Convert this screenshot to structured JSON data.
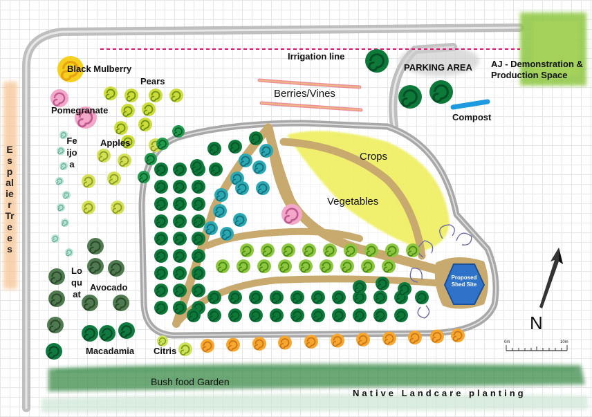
{
  "labels": {
    "black_mulberry": "Black Mulberry",
    "pears": "Pears",
    "pomegranate": "Pomegranate",
    "apples": "Apples",
    "feijoa": "Feijoa",
    "loquat": "Loquat",
    "avocado": "Avocado",
    "macadamia": "Macadamia",
    "citris": "Citris",
    "irrigation_line": "Irrigation line",
    "berries_vines": "Berries/Vines",
    "parking_area": "PARKING AREA",
    "aj_space": "AJ - Demonstration & Production Space",
    "compost": "Compost",
    "crops": "Crops",
    "vegetables": "Vegetables",
    "proposed_shed_site": "Proposed Shed Site",
    "bush_food_garden": "Bush food Garden",
    "native_landcare": "Native Landcare planting",
    "espalier_trees": "Espalier Trees",
    "north": "N",
    "scale_start": "0m",
    "scale_end": "10m"
  },
  "colors": {
    "path": "#c8aa6e",
    "road": "#b9b9b9",
    "crops": "#eeee55",
    "shed": "#2f72c9",
    "green_area": "#8cc63f",
    "irrigation": "#e0106e",
    "dark_tree": "#0d7a3a",
    "teal_tree": "#2aa9b5",
    "light_tree": "#8dc63f",
    "orange_tree": "#f7a72e"
  },
  "icons": {
    "north_arrow": "north-arrow-icon",
    "scale_bar": "scale-bar-icon"
  }
}
